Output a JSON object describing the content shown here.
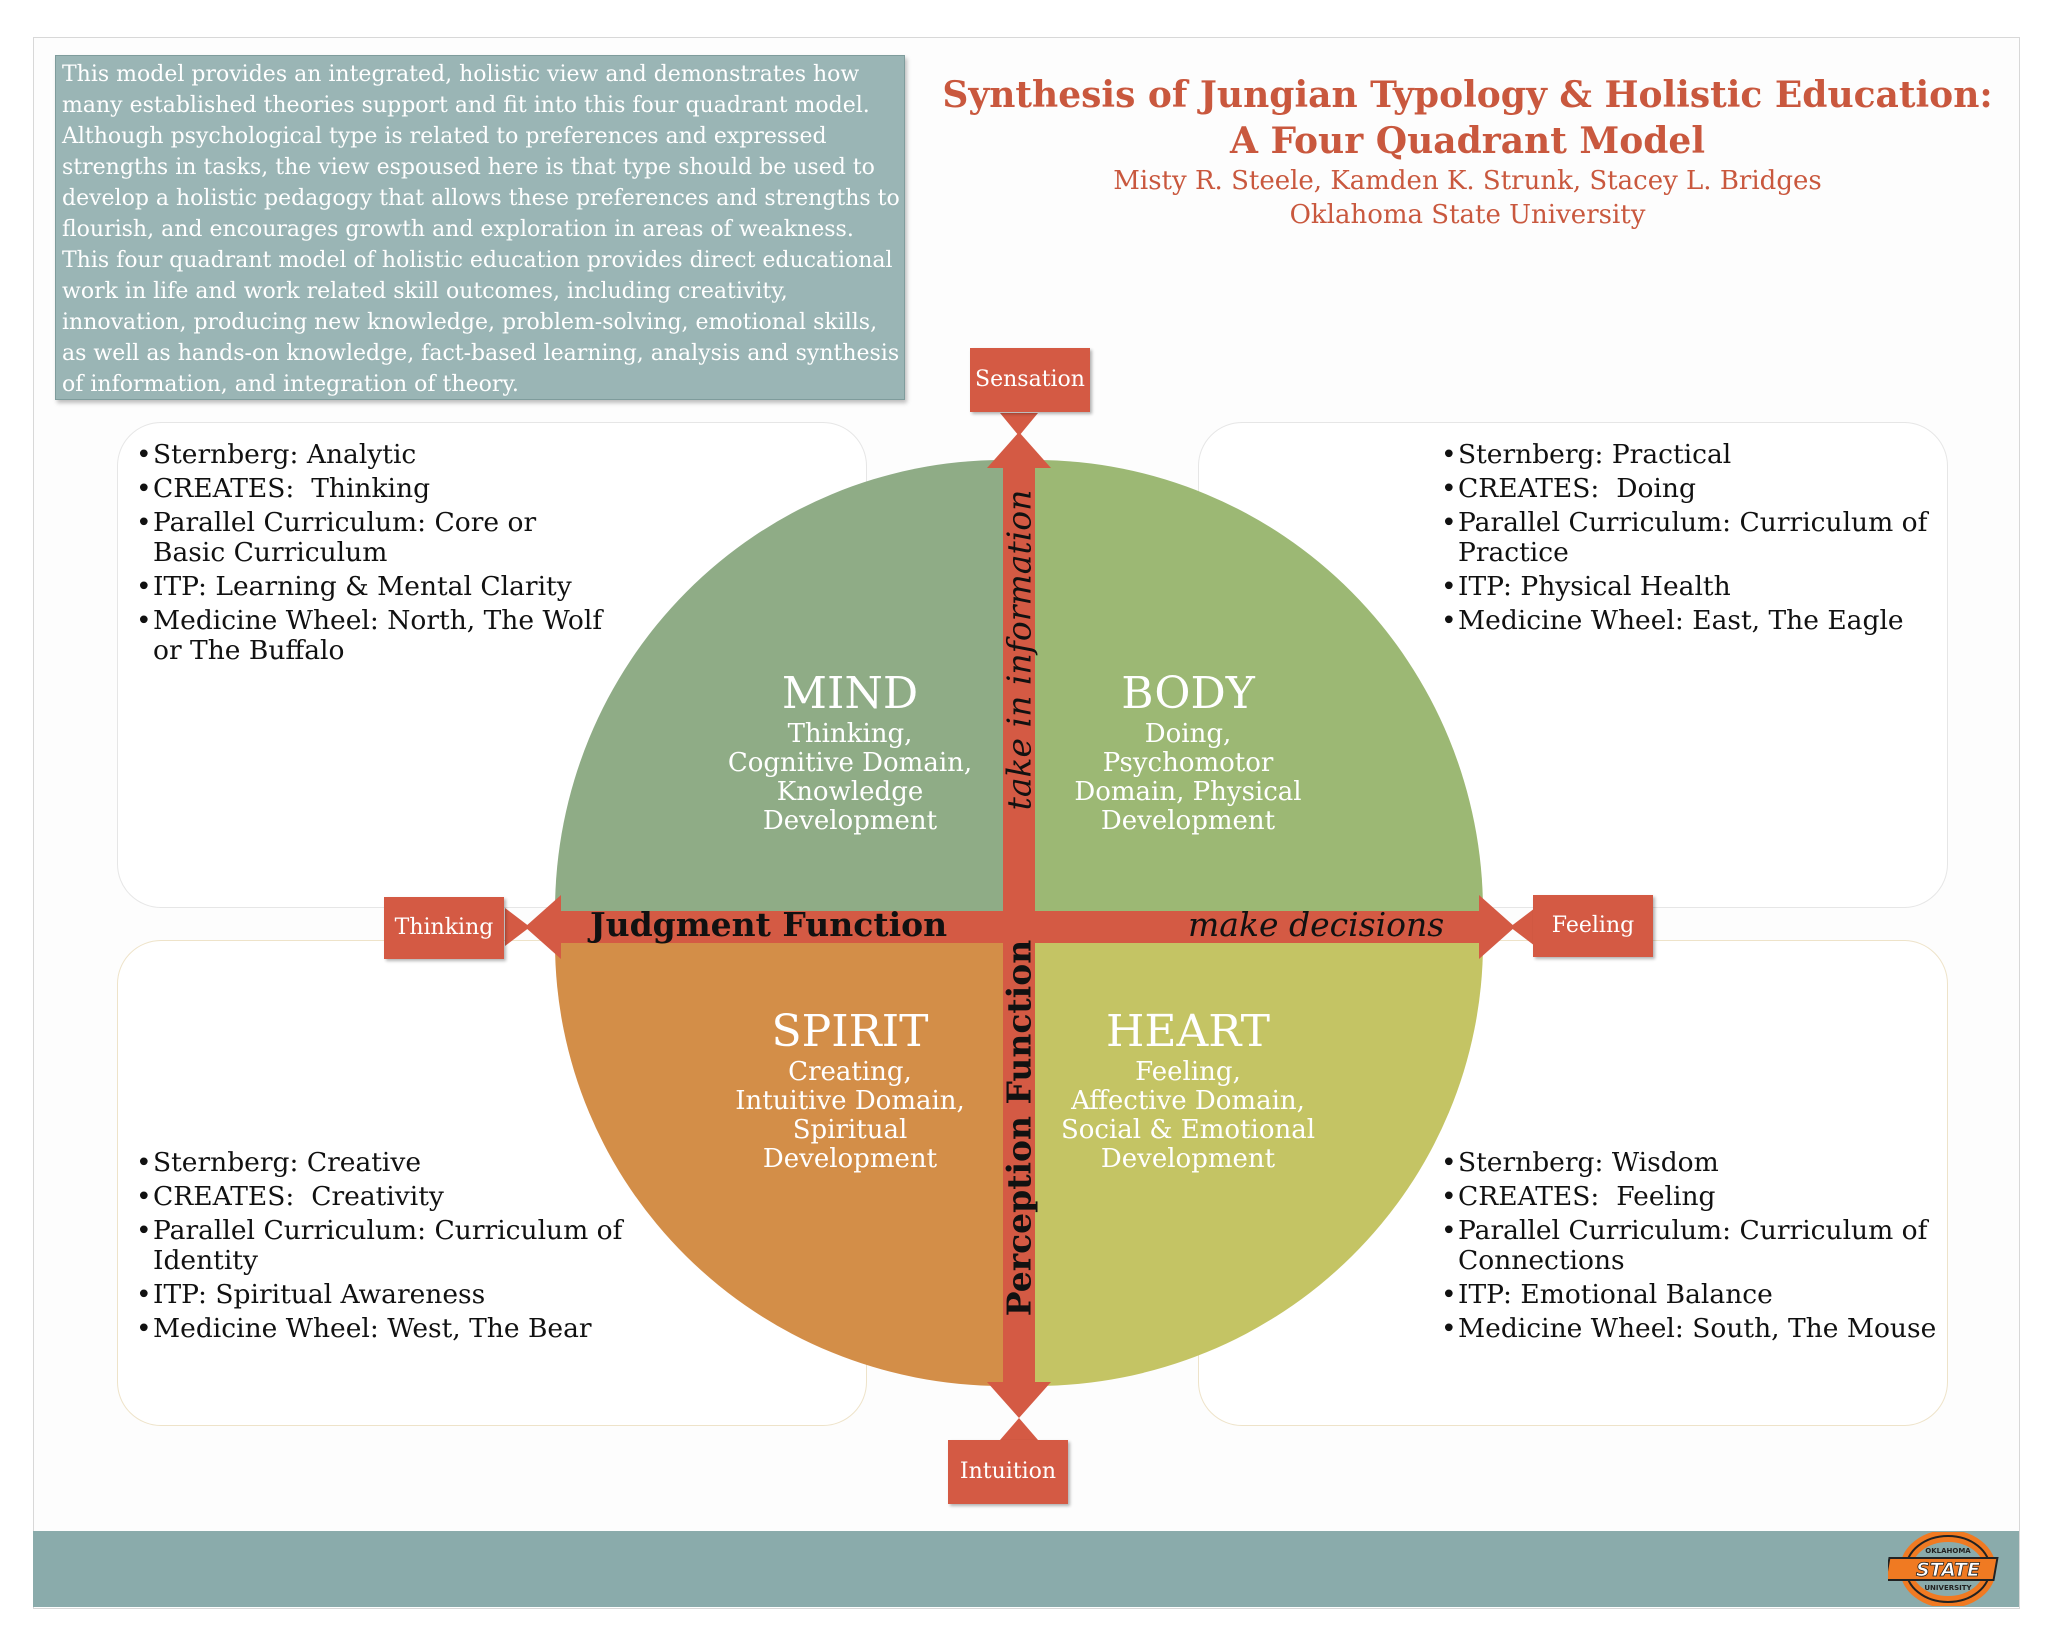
{
  "intro_text": "This model provides an integrated, holistic view and demonstrates how many established theories support and fit into this four quadrant model. Although psychological type is related to preferences and expressed strengths in tasks, the view espoused here is that type should be used to develop a holistic pedagogy that allows these preferences and strengths to flourish, and encourages growth and exploration in areas of weakness. This four quadrant model of holistic education provides direct educational work in life and work related skill outcomes, including creativity, innovation, producing new knowledge, problem-solving, emotional skills, as well as hands-on knowledge, fact-based learning, analysis and synthesis of information, and integration of theory.",
  "header": {
    "title_line1": "Synthesis of Jungian Typology & Holistic Education:",
    "title_line2": "A Four Quadrant Model",
    "authors": "Misty R. Steele, Kamden K. Strunk, Stacey L. Bridges",
    "affiliation": "Oklahoma State University"
  },
  "colors": {
    "accent": "#d45a44",
    "title": "#c9583e",
    "mind": "#8fac86",
    "body": "#9cb874",
    "spirit": "#d38e48",
    "heart": "#c4c464",
    "footer": "#8aabab",
    "intro_bg": "#9ab5b5"
  },
  "panels": {
    "top_left": [
      "Sternberg: Analytic",
      "CREATES:  Thinking",
      "Parallel Curriculum: Core or Basic Curriculum",
      "ITP: Learning & Mental Clarity",
      "Medicine Wheel: North, The Wolf or The Buffalo"
    ],
    "top_right": [
      "Sternberg: Practical",
      "CREATES:  Doing",
      "Parallel Curriculum: Curriculum of Practice",
      "ITP: Physical Health",
      "Medicine Wheel: East, The Eagle"
    ],
    "bottom_left": [
      "Sternberg: Creative",
      "CREATES:  Creativity",
      "Parallel Curriculum: Curriculum of Identity",
      "ITP: Spiritual Awareness",
      "Medicine Wheel: West, The Bear"
    ],
    "bottom_right": [
      "Sternberg: Wisdom",
      "CREATES:  Feeling",
      "Parallel Curriculum: Curriculum of Connections",
      "ITP: Emotional Balance",
      "Medicine Wheel: South, The Mouse"
    ]
  },
  "quadrants": {
    "mind": {
      "title": "MIND",
      "line1": "Thinking,",
      "line2": "Cognitive Domain,",
      "line3": "Knowledge",
      "line4": "Development"
    },
    "body": {
      "title": "BODY",
      "line1": "Doing,",
      "line2": "Psychomotor",
      "line3": "Domain,  Physical",
      "line4": "Development"
    },
    "spirit": {
      "title": "SPIRIT",
      "line1": "Creating,",
      "line2": "Intuitive Domain,",
      "line3": "Spiritual",
      "line4": "Development"
    },
    "heart": {
      "title": "HEART",
      "line1": "Feeling,",
      "line2": "Affective Domain,",
      "line3": "Social & Emotional",
      "line4": "Development"
    }
  },
  "axis": {
    "top": "Sensation",
    "bottom": "Intuition",
    "left": "Thinking",
    "right": "Feeling",
    "vertical_upper": "take in information",
    "vertical_lower": "Perception  Function",
    "horizontal_left": "Judgment Function",
    "horizontal_right": "make decisions"
  },
  "logo": {
    "line_top": "OKLAHOMA",
    "word": "STATE",
    "line_bottom": "UNIVERSITY"
  }
}
